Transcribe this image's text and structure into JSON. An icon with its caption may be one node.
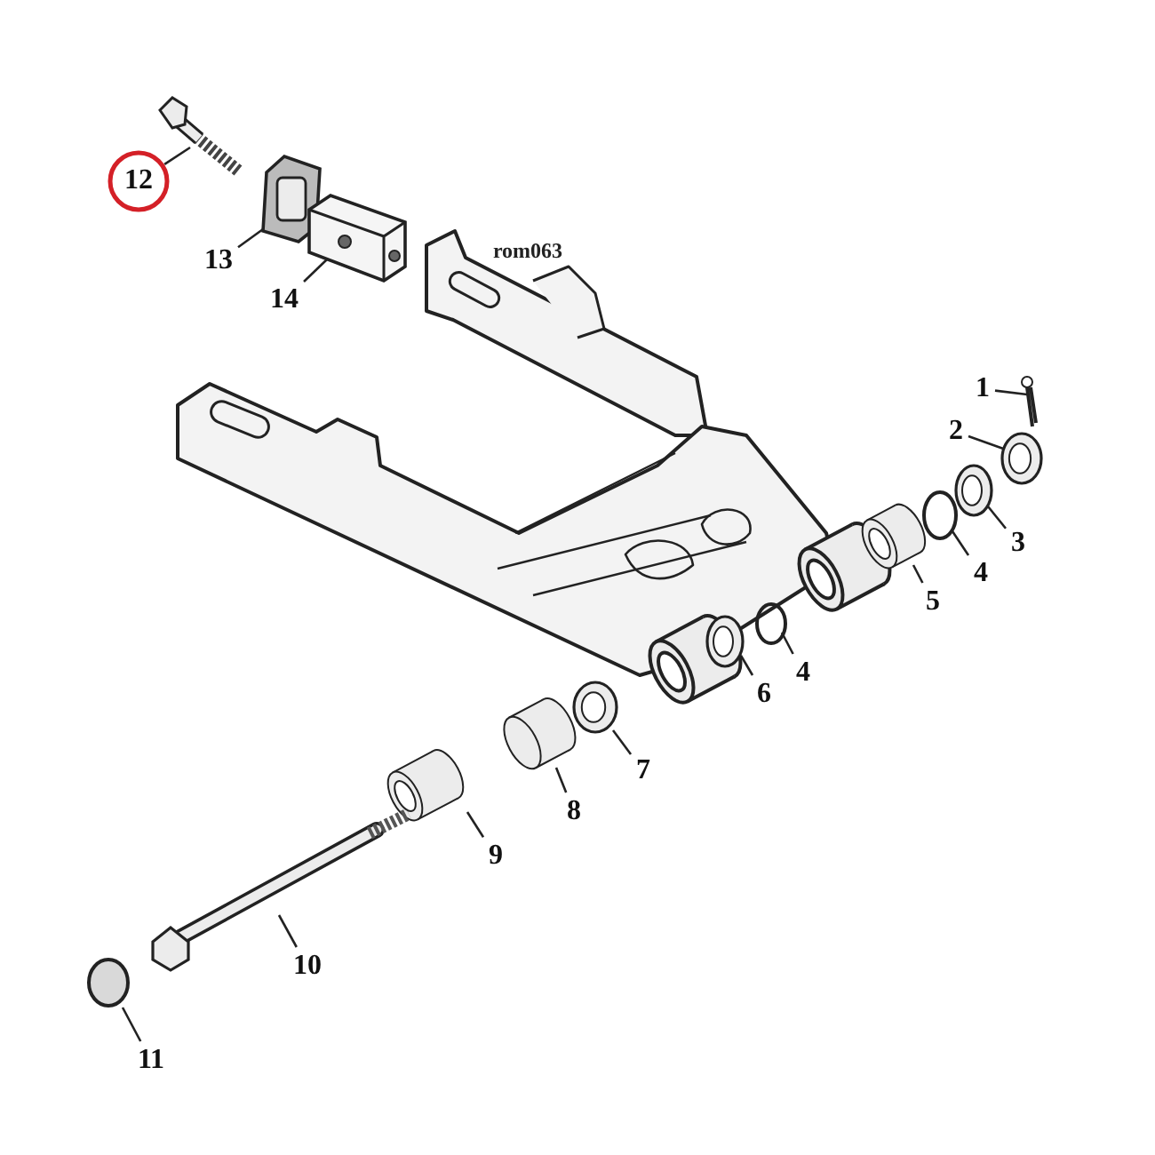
{
  "diagram": {
    "nodes": [
      {
        "text": [
          "1"
        ]
      },
      {
        "text": [],
        "shape": "picture"
      },
      {
        "text": [
          "2"
        ]
      },
      {
        "text": [],
        "shape": "picture"
      },
      {
        "text": [
          "3"
        ]
      },
      {
        "text": [],
        "shape": "picture"
      },
      {
        "text": [
          "4"
        ]
      },
      {
        "text": [],
        "shape": "circle"
      },
      {
        "text": [
          "5"
        ]
      },
      {
        "text": [],
        "shape": "picture"
      },
      {
        "text": [
          "4"
        ]
      },
      {
        "text": [],
        "shape": "circle"
      },
      {
        "text": [
          "6"
        ]
      },
      {
        "text": [],
        "shape": "picture"
      },
      {
        "text": [
          "7"
        ]
      },
      {
        "text": [],
        "shape": "picture"
      },
      {
        "text": [
          "8"
        ]
      },
      {
        "text": [],
        "shape": "picture"
      },
      {
        "text": [
          "9"
        ]
      },
      {
        "text": [],
        "shape": "picture"
      },
      {
        "text": [
          "10"
        ]
      },
      {
        "text": [],
        "shape": "picture"
      },
      {
        "text": [
          "11"
        ]
      },
      {
        "text": [],
        "shape": "circle"
      },
      {
        "text": [
          "12"
        ]
      },
      {
        "text": [],
        "shape": "picture"
      },
      {
        "text": [
          "13"
        ]
      },
      {
        "text": [],
        "shape": "picture"
      },
      {
        "text": [
          "14"
        ]
      },
      {
        "text": [],
        "shape": "picture"
      }
    ],
    "edges": [
      {
        "from": 0,
        "to": 1,
        "arrow": "none"
      },
      {
        "from": 2,
        "to": 3,
        "arrow": "none"
      },
      {
        "from": 4,
        "to": 5,
        "arrow": "none"
      },
      {
        "from": 6,
        "to": 7,
        "arrow": "none"
      },
      {
        "from": 8,
        "to": 9,
        "arrow": "none"
      },
      {
        "from": 10,
        "to": 11,
        "arrow": "none"
      },
      {
        "from": 12,
        "to": 13,
        "arrow": "none"
      },
      {
        "from": 14,
        "to": 15,
        "arrow": "none"
      },
      {
        "from": 16,
        "to": 17,
        "arrow": "none"
      },
      {
        "from": 18,
        "to": 19,
        "arrow": "none"
      },
      {
        "from": 20,
        "to": 21,
        "arrow": "none"
      },
      {
        "from": 22,
        "to": 23,
        "arrow": "none"
      },
      {
        "from": 24,
        "to": 25,
        "arrow": "none"
      },
      {
        "from": 26,
        "to": 27,
        "arrow": "none"
      },
      {
        "from": 28,
        "to": 29,
        "arrow": "none"
      }
    ],
    "labels": [
      "rom063"
    ]
  }
}
